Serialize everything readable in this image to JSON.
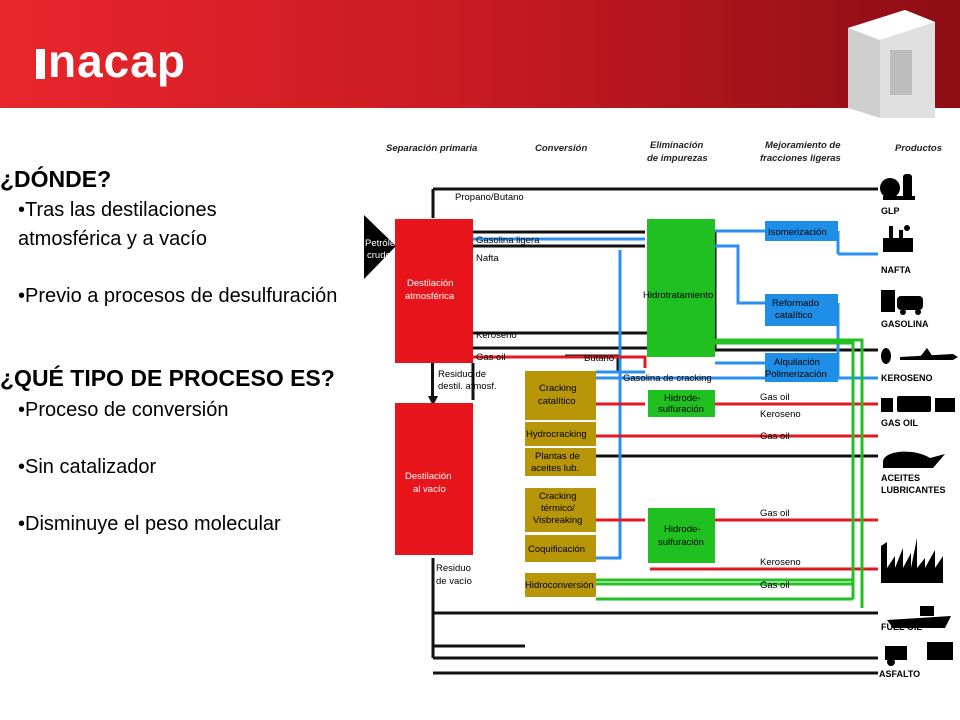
{
  "brand": {
    "name": "nacap"
  },
  "left_panel": {
    "q1": "¿DÓNDE?",
    "q1_bullets": [
      "•Tras las destilaciones",
      "atmosférica y a vacío",
      "•Previo a procesos de desulfuración"
    ],
    "q2": "¿QUÉ TIPO DE PROCESO ES?",
    "q2_bullets": [
      "•Proceso de conversión",
      "•Sin catalizador",
      "•Disminuye el peso molecular"
    ]
  },
  "diagram": {
    "columns": [
      "Separación primaria",
      "Conversión",
      "Eliminación",
      "de impurezas",
      "Mejoramiento de",
      "fracciones ligeras",
      "Productos"
    ],
    "feed": [
      "Petróleo",
      "crudo"
    ],
    "units": {
      "atm_distillation": [
        "Destilación",
        "atmosférica"
      ],
      "vacuum_distillation": [
        "Destilación",
        "al vacío"
      ],
      "hydrotreating": "Hidrotratamiento",
      "hds1": [
        "Hidrode-",
        "sulfuración"
      ],
      "hds2": [
        "Hidrode-",
        "sulfuración"
      ],
      "isomerization": "Isomerización",
      "reforming": [
        "Reformado",
        "catalítico"
      ],
      "alkylation": [
        "Alquilación",
        "Polimerización"
      ],
      "cat_cracking": [
        "Cracking",
        "catalítico"
      ],
      "hydrocracking": "Hydrocracking",
      "lube_plants": [
        "Plantas de",
        "aceites lub."
      ],
      "thermal_cracking": [
        "Cracking",
        "térmico/",
        "Visbreaking"
      ],
      "coking": "Coquificación",
      "hydroconversion": "Hidroconversión"
    },
    "streams": {
      "propano": "Propano/Butano",
      "gasolina_ligera": "Gasolina ligera",
      "nafta": "Nafta",
      "keroseno": "Keroseno",
      "gasoil": "Gas oil",
      "butano": "Butano",
      "residuo_atm": [
        "Residuo de",
        "destil. atmosf."
      ],
      "gasolina_cracking": "Gasolina de cracking",
      "gasoil_1": "Gas oil",
      "keroseno_2": "Keroseno",
      "gasoil_2": "Gas oil",
      "gasoil_3": "Gas oil",
      "keroseno_3": "Keroseno",
      "gasoil_4": "Gas oil",
      "residuo_vacio": [
        "Residuo",
        "de vacío"
      ]
    },
    "products": [
      "GLP",
      "NAFTA",
      "GASOLINA",
      "KEROSENO",
      "GAS OIL",
      "ACEITES",
      "LUBRICANTES",
      "FUEL OIL",
      "ASFALTO"
    ],
    "colors": {
      "red": "#e8141b",
      "green": "#1fc01f",
      "gold": "#b8960a",
      "blue": "#1e8ee6",
      "line_red": "#e01a22",
      "line_green": "#22c022",
      "line_blue": "#2a8ff0"
    }
  }
}
